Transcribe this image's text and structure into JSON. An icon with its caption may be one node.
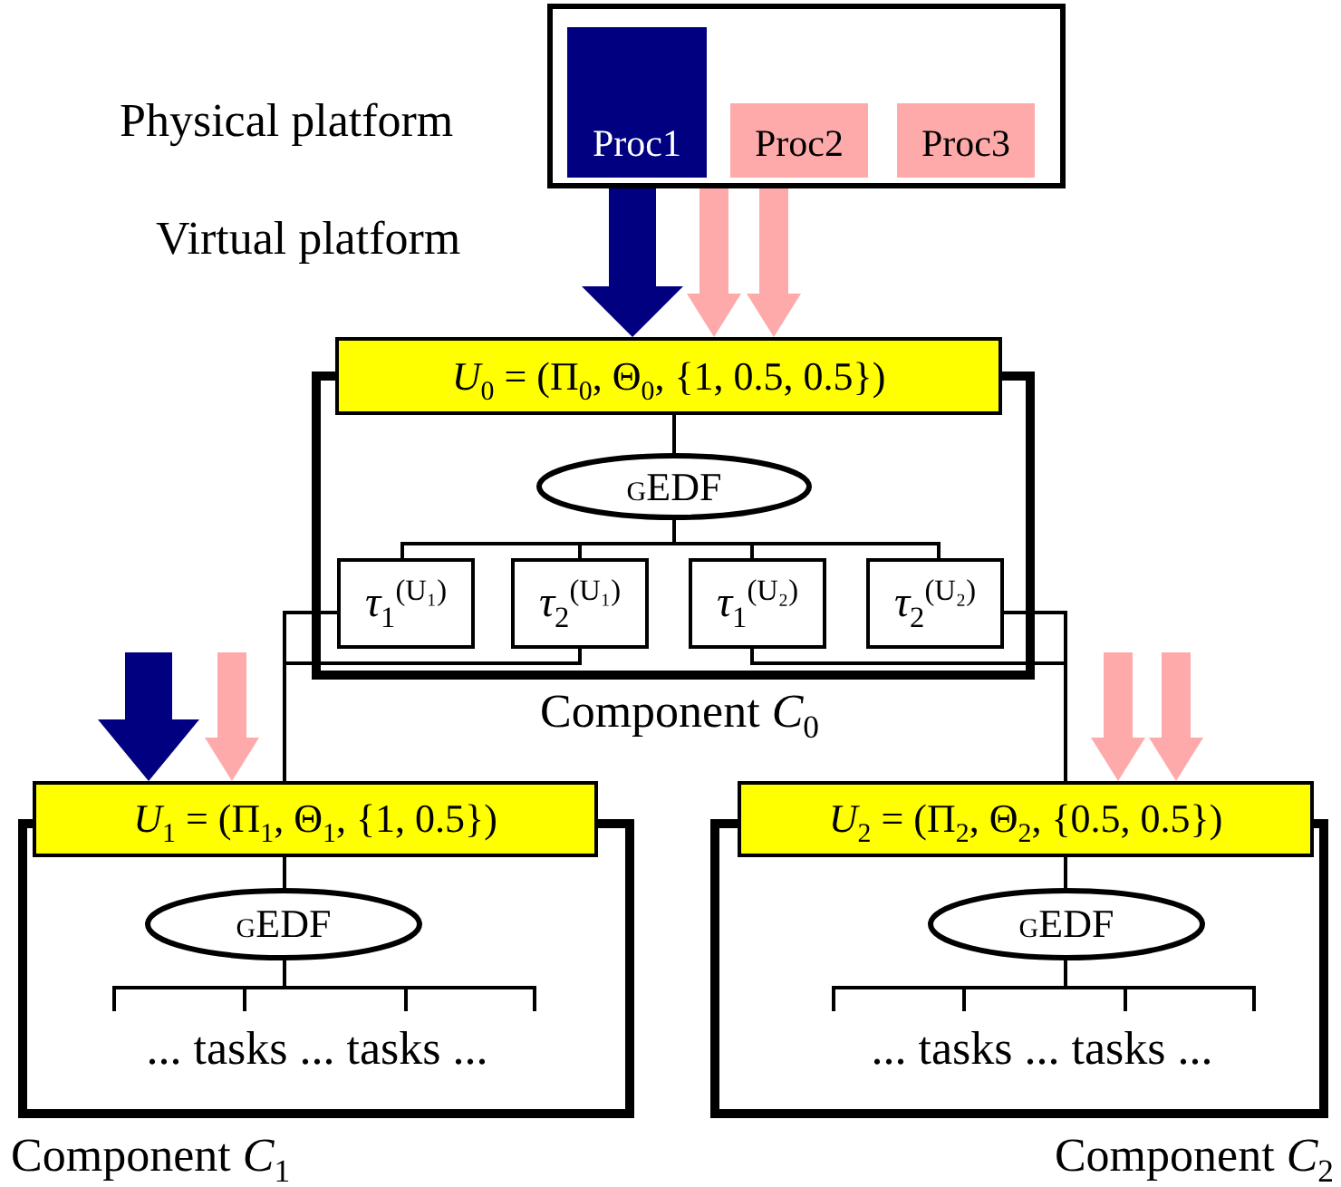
{
  "diagram": {
    "nodes": [
      {
        "text": [],
        "shape": "box",
        "beside": [
          "Physical platform"
        ]
      },
      {
        "text": [
          "Proc1"
        ],
        "in": 0
      },
      {
        "text": [
          "Proc2"
        ],
        "in": 0
      },
      {
        "text": [
          "Proc3"
        ],
        "in": 0
      },
      {
        "text": [
          "Component *C*$_{0}$"
        ]
      },
      {
        "text": [
          "*U*$_{0}$ = (Π$_{0}$, Θ$_{0}$, {1, 0.5, 0.5})"
        ]
      },
      {
        "text": [
          "gEDF"
        ],
        "in": 4
      },
      {
        "text": [
          "*τ*$_{1}$$^{(U₁)}$"
        ],
        "in": 4
      },
      {
        "text": [
          "*τ*$_{2}$$^{(U₁)}$"
        ],
        "in": 4
      },
      {
        "text": [
          "*τ*$_{1}$$^{(U₂)}$"
        ],
        "in": 4
      },
      {
        "text": [
          "*τ*$_{2}$$^{(U₂)}$"
        ],
        "in": 4
      },
      {
        "text": [
          "Component *C*$_{1}$"
        ]
      },
      {
        "text": [
          "*U*$_{1}$ = (Π$_{1}$, Θ$_{1}$, {1, 0.5})"
        ]
      },
      {
        "text": [
          "gEDF"
        ],
        "in": 11
      },
      {
        "text": [
          "... tasks ... tasks ..."
        ],
        "in": 11
      },
      {
        "text": [
          "Component *C*$_{2}$"
        ]
      },
      {
        "text": [
          "*U*$_{2}$ = (Π$_{2}$, Θ$_{2}$, {0.5, 0.5})"
        ]
      },
      {
        "text": [
          "gEDF"
        ],
        "in": 15
      },
      {
        "text": [
          "... tasks ... tasks ..."
        ],
        "in": 15
      }
    ],
    "edges": [
      {
        "from": 0,
        "to": 5,
        "arrow": "to",
        "style": "thick",
        "color": "#000080"
      },
      {
        "from": 0,
        "to": 5,
        "arrow": "to",
        "style": "thick",
        "color": "#ffaaaa"
      },
      {
        "from": 0,
        "to": 5,
        "arrow": "to",
        "style": "thick",
        "color": "#ffaaaa"
      },
      {
        "from": 5,
        "to": 6,
        "arrow": "none"
      },
      {
        "from": 6,
        "to": 7,
        "arrow": "none"
      },
      {
        "from": 6,
        "to": 8,
        "arrow": "none"
      },
      {
        "from": 6,
        "to": 9,
        "arrow": "none"
      },
      {
        "from": 6,
        "to": 10,
        "arrow": "none"
      },
      {
        "from": 7,
        "to": 12,
        "arrow": "none"
      },
      {
        "from": 8,
        "to": 12,
        "arrow": "none"
      },
      {
        "from": 9,
        "to": 16,
        "arrow": "none"
      },
      {
        "from": 10,
        "to": 16,
        "arrow": "none"
      },
      {
        "from": null,
        "to": 12,
        "arrow": "to",
        "style": "thick",
        "color": "#000080"
      },
      {
        "from": null,
        "to": 12,
        "arrow": "to",
        "style": "thick",
        "color": "#ffaaaa"
      },
      {
        "from": null,
        "to": 16,
        "arrow": "to",
        "style": "thick",
        "color": "#ffaaaa"
      },
      {
        "from": null,
        "to": 16,
        "arrow": "to",
        "style": "thick",
        "color": "#ffaaaa"
      },
      {
        "from": 12,
        "to": 13,
        "arrow": "none"
      },
      {
        "from": 13,
        "to": 14,
        "arrow": "none"
      },
      {
        "from": 16,
        "to": 17,
        "arrow": "none"
      },
      {
        "from": 17,
        "to": 18,
        "arrow": "none"
      }
    ],
    "labels": [
      "Virtual platform"
    ]
  }
}
